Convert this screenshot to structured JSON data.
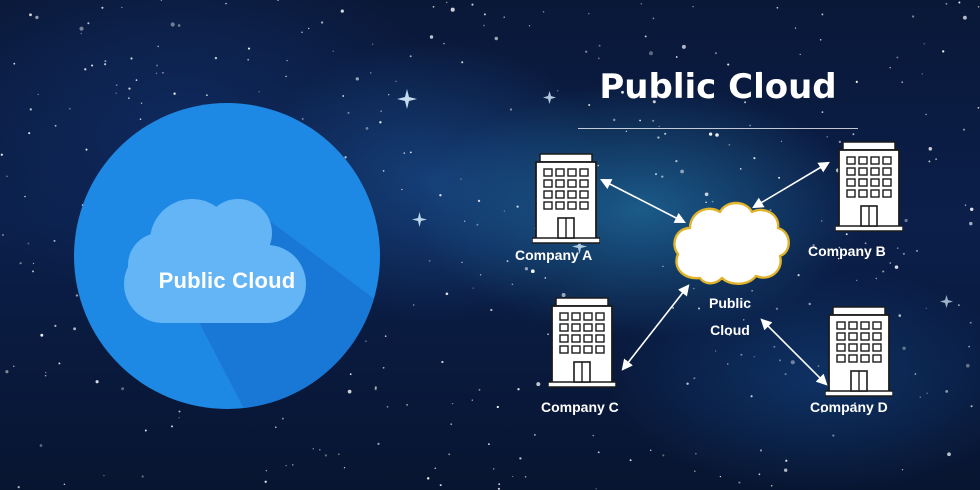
{
  "badge": {
    "label": "Public Cloud",
    "colors": {
      "circle": "#1e88e5",
      "cloud": "#64b5f6"
    }
  },
  "title": "Public Cloud",
  "center_node": {
    "line1": "Public",
    "line2": "Cloud",
    "icon": "cloud-icon",
    "outline_color": "#e0b32a"
  },
  "companies": [
    {
      "id": "a",
      "label": "Company A"
    },
    {
      "id": "b",
      "label": "Company B"
    },
    {
      "id": "c",
      "label": "Company C"
    },
    {
      "id": "d",
      "label": "Company D"
    }
  ],
  "connectors": [
    "company-a",
    "company-b",
    "company-c",
    "company-d"
  ],
  "colors": {
    "background": "#0b1f4a",
    "text": "#ffffff",
    "arrow": "#ffffff"
  }
}
